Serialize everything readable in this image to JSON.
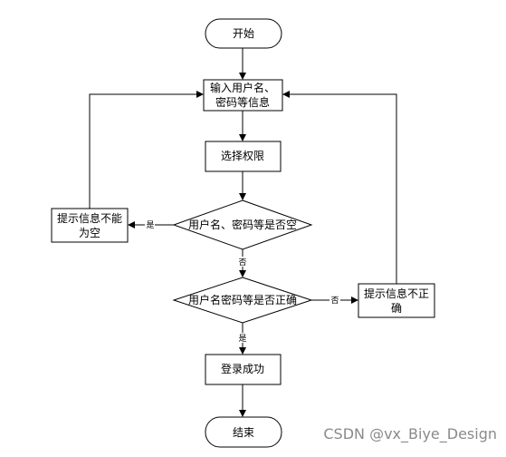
{
  "diagram": {
    "nodes": {
      "start": "开始",
      "input": [
        "输入用户名、",
        "密码等信息"
      ],
      "select_role": "选择权限",
      "check_empty": "用户名、密码等是否空",
      "check_correct": "用户名密码等是否正确",
      "prompt_empty": [
        "提示信息不能",
        "为空"
      ],
      "prompt_incorrect": [
        "提示信息不正",
        "确"
      ],
      "login_success": "登录成功",
      "end": "结束"
    },
    "edge_labels": {
      "yes_empty": "是",
      "no_empty": "否",
      "no_correct": "否",
      "yes_correct": "是"
    }
  },
  "watermark": "CSDN @vx_Biye_Design"
}
